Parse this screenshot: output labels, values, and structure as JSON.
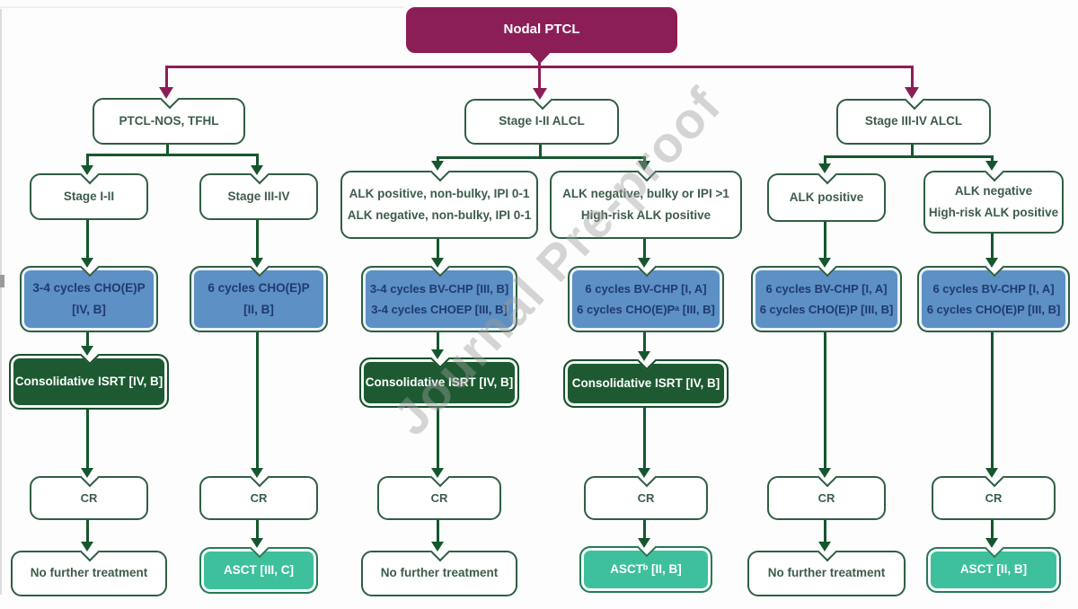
{
  "watermark": "Journal Pre-proof",
  "colors": {
    "header_purple": "#8c1e57",
    "arrow_green": "#16562e",
    "box_border_green": "#2f5e43",
    "box_blue_fill": "#5d90c4",
    "box_blue_text": "#1f3a70",
    "box_dark_green_fill": "#1d5a31",
    "box_teal_fill": "#3fc09c",
    "white_box_text": "#3d5c4b"
  },
  "nodes": {
    "root": {
      "l1": "Nodal PTCL"
    },
    "ptclnos": {
      "l1": "PTCL-NOS, TFHL"
    },
    "alcl12": {
      "l1": "Stage I-II ALCL"
    },
    "alcl34": {
      "l1": "Stage III-IV ALCL"
    },
    "s12": {
      "l1": "Stage I-II"
    },
    "s34": {
      "l1": "Stage III-IV"
    },
    "alkposnb": {
      "l1": "ALK positive, non-bulky, IPI 0-1",
      "l2": "ALK negative, non-bulky, IPI 0-1"
    },
    "alknegb": {
      "l1": "ALK negative, bulky or IPI >1",
      "l2": "High-risk ALK positive"
    },
    "alkpos": {
      "l1": "ALK positive"
    },
    "alkneghr": {
      "l1": "ALK negative",
      "l2": "High-risk ALK positive"
    },
    "tx1": {
      "l1": "3-4 cycles CHO(E)P",
      "l2": "[IV, B]"
    },
    "tx2": {
      "l1": "6 cycles CHO(E)P",
      "l2": "[II, B]"
    },
    "tx3": {
      "l1": "3-4 cycles BV-CHP [III, B]",
      "l2": "3-4 cycles CHOEP [III, B]"
    },
    "tx4": {
      "l1": "6 cycles BV-CHP [I, A]",
      "l2": "6 cycles CHO(E)Pᵃ [III, B]"
    },
    "tx5": {
      "l1": "6 cycles BV-CHP [I, A]",
      "l2": "6 cycles CHO(E)P [III, B]"
    },
    "tx6": {
      "l1": "6 cycles BV-CHP [I, A]",
      "l2": "6 cycles CHO(E)P [III, B]"
    },
    "isrt1": {
      "l1": "Consolidative ISRT [IV, B]"
    },
    "isrt3": {
      "l1": "Consolidative ISRT [IV, B]"
    },
    "isrt4": {
      "l1": "Consolidative ISRT [IV, B]"
    },
    "cr1": {
      "l1": "CR"
    },
    "cr2": {
      "l1": "CR"
    },
    "cr3": {
      "l1": "CR"
    },
    "cr4": {
      "l1": "CR"
    },
    "cr5": {
      "l1": "CR"
    },
    "cr6": {
      "l1": "CR"
    },
    "f1": {
      "l1": "No further treatment"
    },
    "f2": {
      "l1": "ASCT [III, C]"
    },
    "f3": {
      "l1": "No further treatment"
    },
    "f4": {
      "l1": "ASCTᵇ [II, B]"
    },
    "f5": {
      "l1": "No further treatment"
    },
    "f6": {
      "l1": "ASCT [II, B]"
    }
  }
}
